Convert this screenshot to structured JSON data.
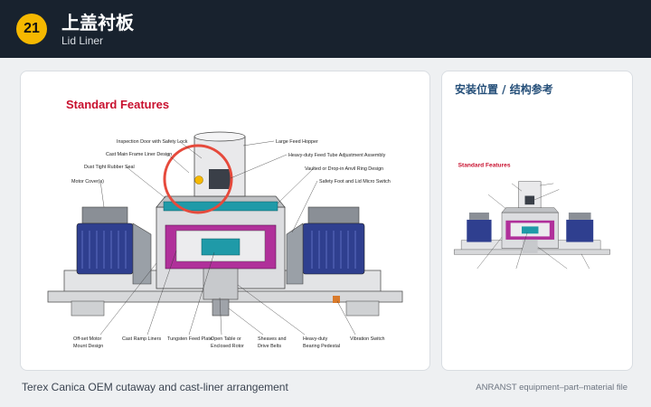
{
  "header": {
    "number": "21",
    "title_cn": "上盖衬板",
    "title_en": "Lid Liner"
  },
  "main_figure": {
    "heading": "Standard Features",
    "labels": {
      "inspection_door": "Inspection Door with Safety Lock",
      "cast_main_frame": "Cast Main Frame Liner Design",
      "dust_seal": "Dust Tight Rubber Seal",
      "motor_covers": "Motor Cover(s)",
      "large_feed_hopper": "Large Feed Hopper",
      "feed_tube": "Heavy-duty Feed Tube Adjustment Assembly",
      "anvil_ring": "Vaulted or Drop-in Anvil Ring Design",
      "safety_foot": "Safety Foot and Lid Micro Switch",
      "offset_motor_1": "Off-set Motor",
      "offset_motor_2": "Mount Design",
      "cast_ramp": "Cast Ramp Liners",
      "tungsten": "Tungsten Feed Plate",
      "open_table_1": "Open Table or",
      "open_table_2": "Enclosed Rotor",
      "sheaves_1": "Sheaves and",
      "sheaves_2": "Drive Belts",
      "bearing_1": "Heavy-duty",
      "bearing_2": "Bearing Pedestal",
      "vibration": "Vibration Switch"
    },
    "accent_color": "#e64a3c",
    "marker_color": "#f5b800"
  },
  "side_panel": {
    "title": "安装位置 / 结构参考",
    "heading": "Standard Features"
  },
  "footer": {
    "caption": "Terex Canica OEM cutaway and cast-liner arrangement",
    "source": "ANRANST equipment–part–material file"
  },
  "colors": {
    "header_bg": "#18222e",
    "badge": "#f5b800",
    "heading_red": "#c8102e",
    "motor_blue": "#2f3f8f",
    "liner_magenta": "#b0309a",
    "rotor_teal": "#1f9aa8"
  }
}
